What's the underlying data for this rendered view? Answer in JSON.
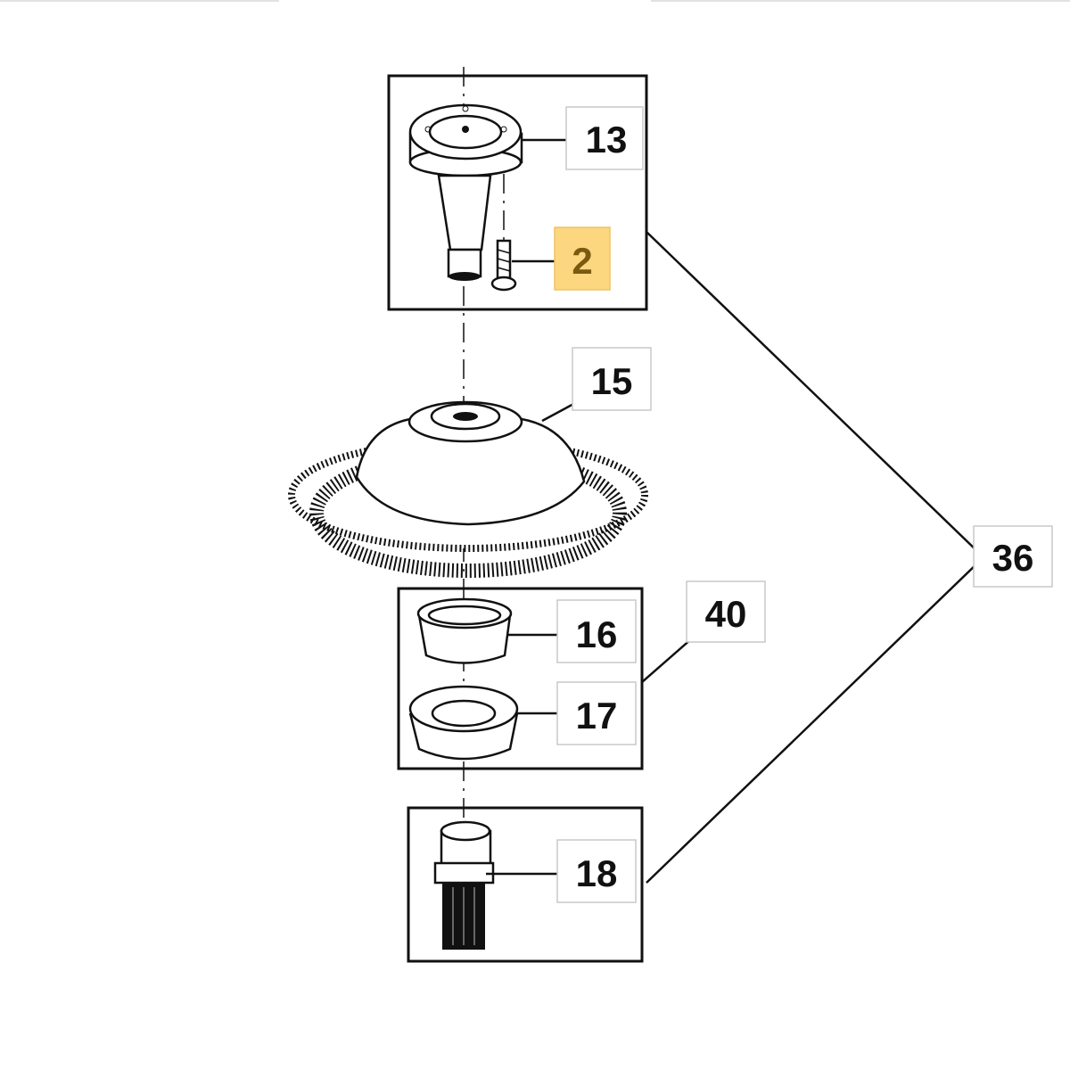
{
  "diagram": {
    "callouts": {
      "c13": "13",
      "c2": "2",
      "c15": "15",
      "c36": "36",
      "c40": "40",
      "c16": "16",
      "c17": "17",
      "c18": "18"
    },
    "highlight_color": "#fcd77f",
    "highlight_text_color": "#7a5a10"
  }
}
